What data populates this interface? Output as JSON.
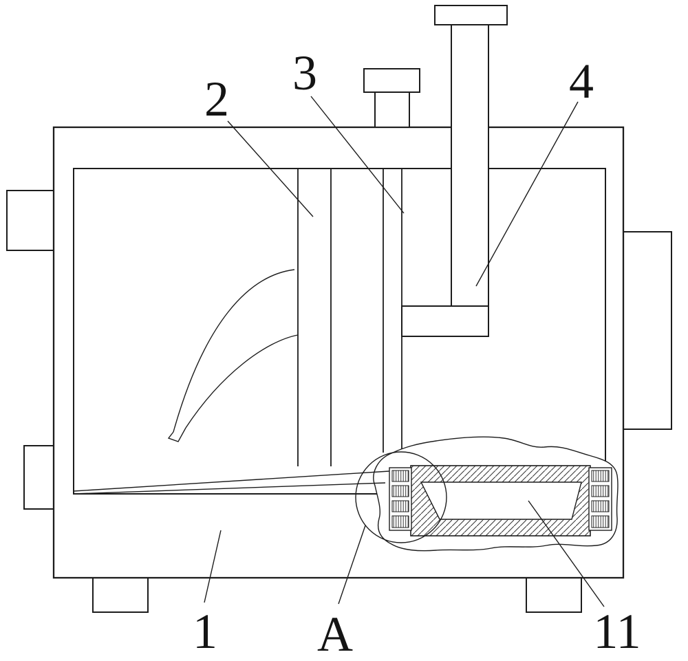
{
  "figure": {
    "background_color": "#ffffff",
    "line_color": "#1c1c1c",
    "labels": [
      {
        "id": "part-2",
        "text": "2"
      },
      {
        "id": "part-3",
        "text": "3"
      },
      {
        "id": "part-4",
        "text": "4"
      },
      {
        "id": "part-1",
        "text": "1"
      },
      {
        "id": "detail-A",
        "text": "A"
      },
      {
        "id": "part-11",
        "text": "11"
      }
    ]
  }
}
